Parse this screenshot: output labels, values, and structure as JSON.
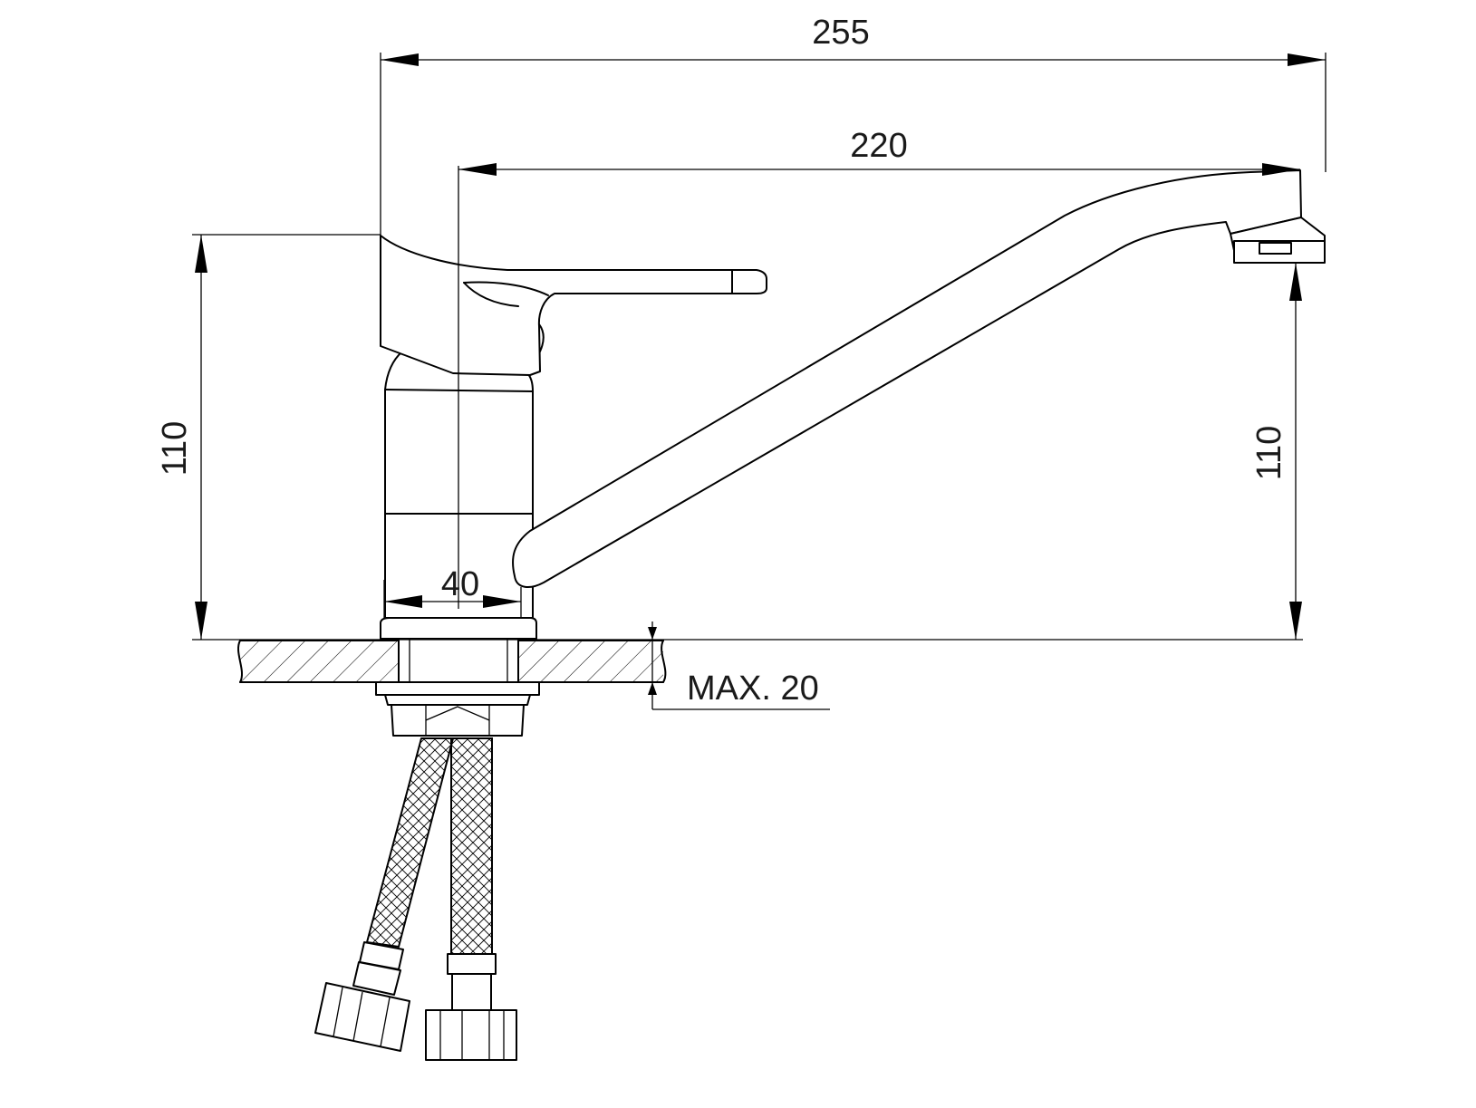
{
  "dimensions": {
    "overall_width": "255",
    "spout_reach": "220",
    "body_height": "110",
    "spout_height": "110",
    "body_diameter": "40",
    "max_deck_thickness": "MAX. 20"
  },
  "colors": {
    "line": "#000000",
    "background": "#ffffff"
  }
}
